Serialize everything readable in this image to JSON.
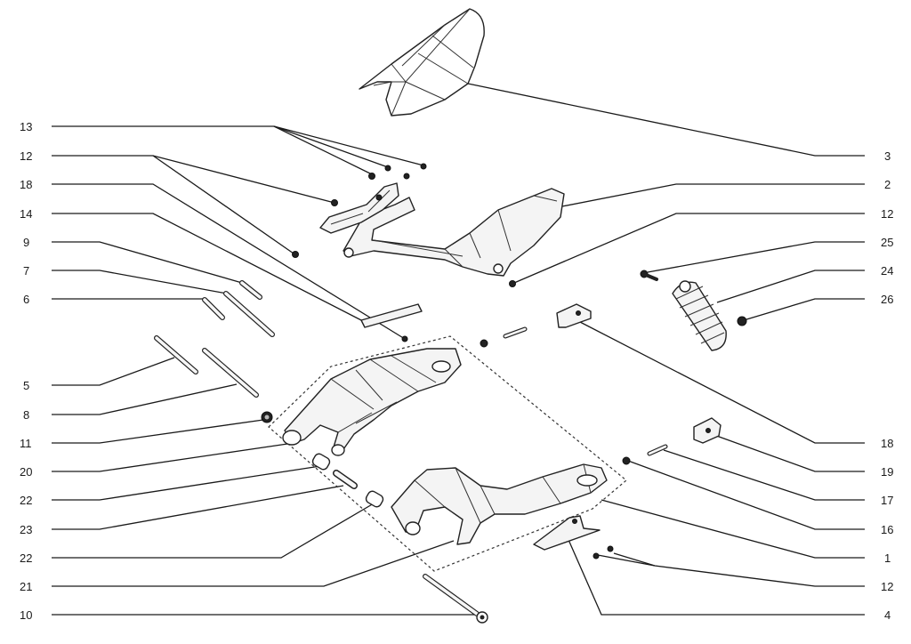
{
  "diagram": {
    "labels_left": [
      "13",
      "12",
      "18",
      "14",
      "9",
      "7",
      "6",
      "5",
      "8",
      "11",
      "20",
      "22",
      "23",
      "22",
      "21",
      "10"
    ],
    "labels_right": [
      "3",
      "2",
      "12",
      "25",
      "24",
      "26",
      "18",
      "19",
      "17",
      "16",
      "1",
      "12",
      "4"
    ]
  }
}
